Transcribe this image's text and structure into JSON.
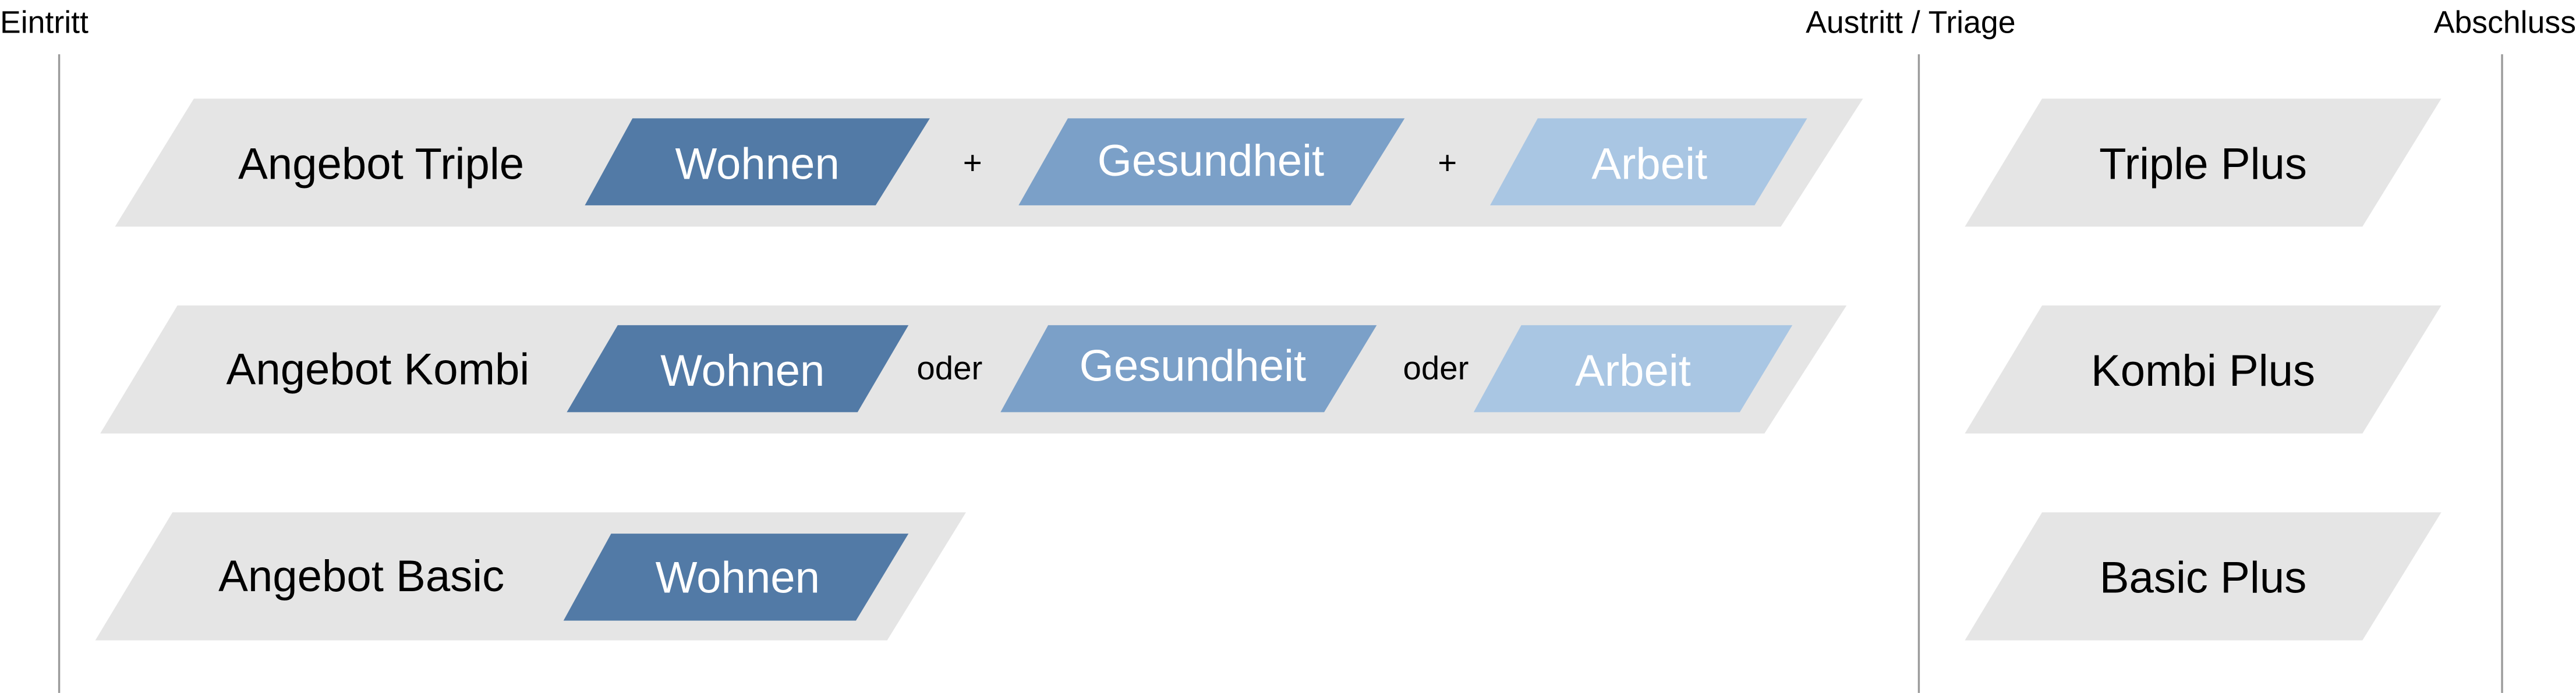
{
  "phases": {
    "start": "Eintritt",
    "exit": "Austritt / Triage",
    "end": "Abschluss"
  },
  "offers": [
    {
      "label": "Angebot Triple",
      "modules": [
        "Wohnen",
        "Gesundheit",
        "Arbeit"
      ],
      "connectors": [
        "+",
        "+"
      ],
      "plus": "Triple Plus"
    },
    {
      "label": "Angebot Kombi",
      "modules": [
        "Wohnen",
        "Gesundheit",
        "Arbeit"
      ],
      "connectors": [
        "oder",
        "oder"
      ],
      "plus": "Kombi Plus"
    },
    {
      "label": "Angebot Basic",
      "modules": [
        "Wohnen"
      ],
      "connectors": [],
      "plus": "Basic Plus"
    }
  ],
  "colors": {
    "wohnen": "#527aa6",
    "gesundheit": "#7ba0c8",
    "arbeit": "#a9c6e3",
    "background_band": "#e5e5e5",
    "divider": "#9a9a9a"
  }
}
